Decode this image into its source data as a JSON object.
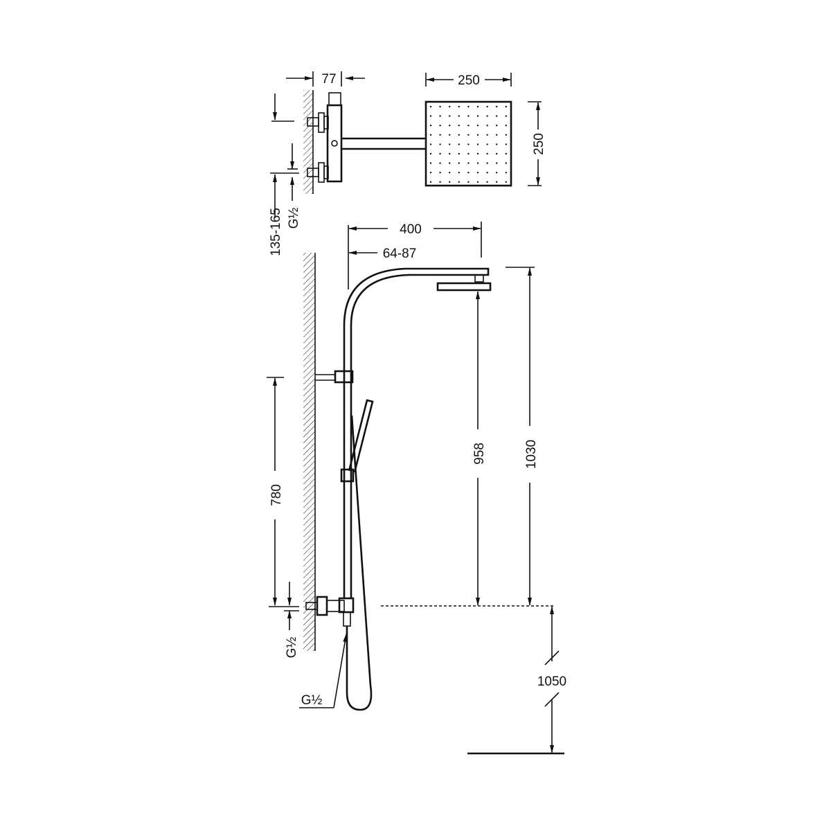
{
  "title": "Shower column technical drawing",
  "dimensions": {
    "valve_depth": "77",
    "head_width": "250",
    "head_depth": "250",
    "inlet_spacing": "135-165",
    "thread_top": "G½",
    "arm_length": "400",
    "wall_offset": "64-87",
    "bracket_height": "780",
    "head_height": "958",
    "arm_height": "1030",
    "valve_height": "1050",
    "thread_valve": "G½",
    "thread_hose": "G½"
  }
}
